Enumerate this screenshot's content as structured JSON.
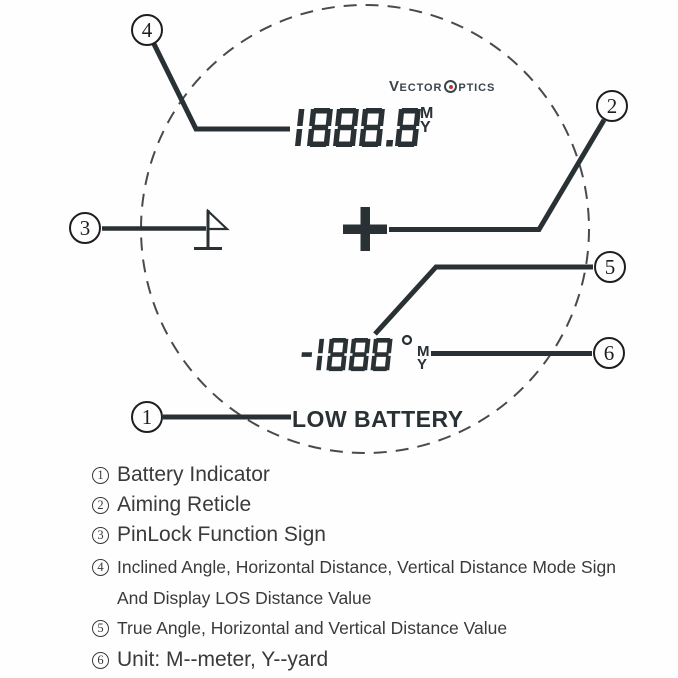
{
  "brand": {
    "part1_initial": "V",
    "part1_rest": "ECTOR",
    "part2_rest": "PTICS"
  },
  "viewfinder": {
    "top_reading": {
      "value": "1888.8",
      "unit_top": "M",
      "unit_bottom": "Y"
    },
    "bottom_reading": {
      "value": "-1888",
      "degree_symbol": "°",
      "unit_top": "M",
      "unit_bottom": "Y"
    },
    "status_text": "LOW BATTERY"
  },
  "callouts": [
    {
      "num": "1",
      "label": "Battery Indicator"
    },
    {
      "num": "2",
      "label": "Aiming Reticle"
    },
    {
      "num": "3",
      "label": "PinLock Function Sign"
    },
    {
      "num": "4",
      "label": "Inclined Angle, Horizontal Distance, Vertical Distance Mode Sign",
      "label_line2": "And Display LOS Distance Value"
    },
    {
      "num": "5",
      "label": "True Angle, Horizontal and Vertical Distance Value"
    },
    {
      "num": "6",
      "label": "Unit: M--meter, Y--yard"
    }
  ],
  "colors": {
    "ink": "#2a3134",
    "legend_text": "#3a3a3a",
    "logo": "#3b454b",
    "logo_dot": "#b5382e"
  }
}
